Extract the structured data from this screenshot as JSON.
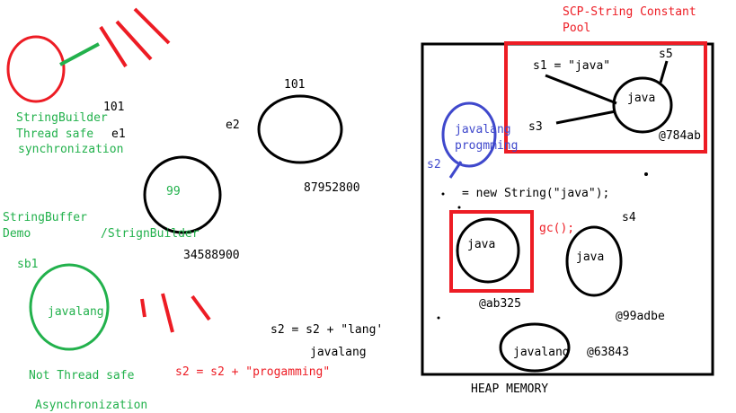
{
  "colors": {
    "red": "#ed1c24",
    "green": "#22b14c",
    "blue": "#3f48cc",
    "black": "#000000"
  },
  "scp": {
    "title_line1": "SCP-String Constant",
    "title_line2": "Pool"
  },
  "heap": {
    "label": "HEAP MEMORY"
  },
  "labels": {
    "s1_decl": "s1 = \"java\"",
    "s5": "s5",
    "s3": "s3",
    "java_scp": "java",
    "addr_784ab": "@784ab",
    "javalang_blue_line1": "javalang",
    "javalang_blue_line2": "progmming",
    "s2_blue": "s2",
    "new_string": "= new String(\"java\");",
    "java_gc": "java",
    "gc": "gc();",
    "s4": "s4",
    "java_s4": "java",
    "addr_ab325": "@ab325",
    "addr_99adbe": "@99adbe",
    "javalang_heap": "javalang",
    "addr_63843": "@63843",
    "num_101_left": "101",
    "num_101_top": "101",
    "sb_line1": "StringBuilder",
    "sb_line2": "Thread safe",
    "sb_line3": "synchronization",
    "e1": "e1",
    "e2": "e2",
    "num_87952800": "87952800",
    "num_99": "99",
    "stringbuffer_line1": "StringBuffer",
    "stringbuffer_line2": "Demo",
    "stringbuilder_slash": "/StrignBuilder",
    "num_34588900": "34588900",
    "sb1": "sb1",
    "javalang_green": "javalang",
    "not_thread_safe": "Not Thread safe",
    "asynchronization": "Asynchronization",
    "s2_lang": "s2 = s2 + \"lang'",
    "javalang_mid": "javalang",
    "s2_prog": "s2 = s2 + \"progamming\""
  }
}
